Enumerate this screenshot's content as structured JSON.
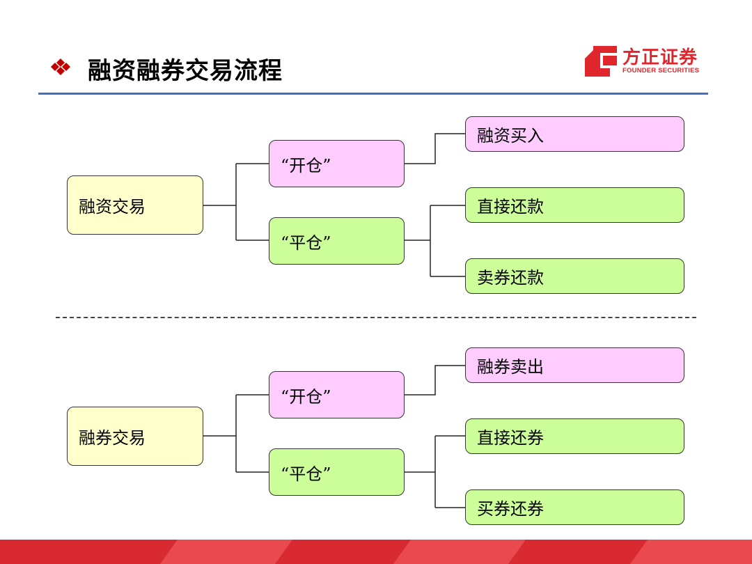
{
  "header": {
    "title": "融资融券交易流程",
    "logo_cn": "方正证券",
    "logo_en": "FOUNDER SECURITIES",
    "accent_color": "#3f6fbf",
    "brand_color": "#e0262d"
  },
  "diagram1": {
    "root": "融资交易",
    "open": "“开仓”",
    "close": "“平仓”",
    "open_leaf": "融资买入",
    "close_leaf1": "直接还款",
    "close_leaf2": "卖券还款"
  },
  "diagram2": {
    "root": "融券交易",
    "open": "“开仓”",
    "close": "“平仓”",
    "open_leaf": "融券卖出",
    "close_leaf1": "直接还券",
    "close_leaf2": "买券还券"
  },
  "colors": {
    "root_fill": "#ffffcc",
    "open_fill": "#ffccff",
    "close_fill": "#ccff99"
  }
}
